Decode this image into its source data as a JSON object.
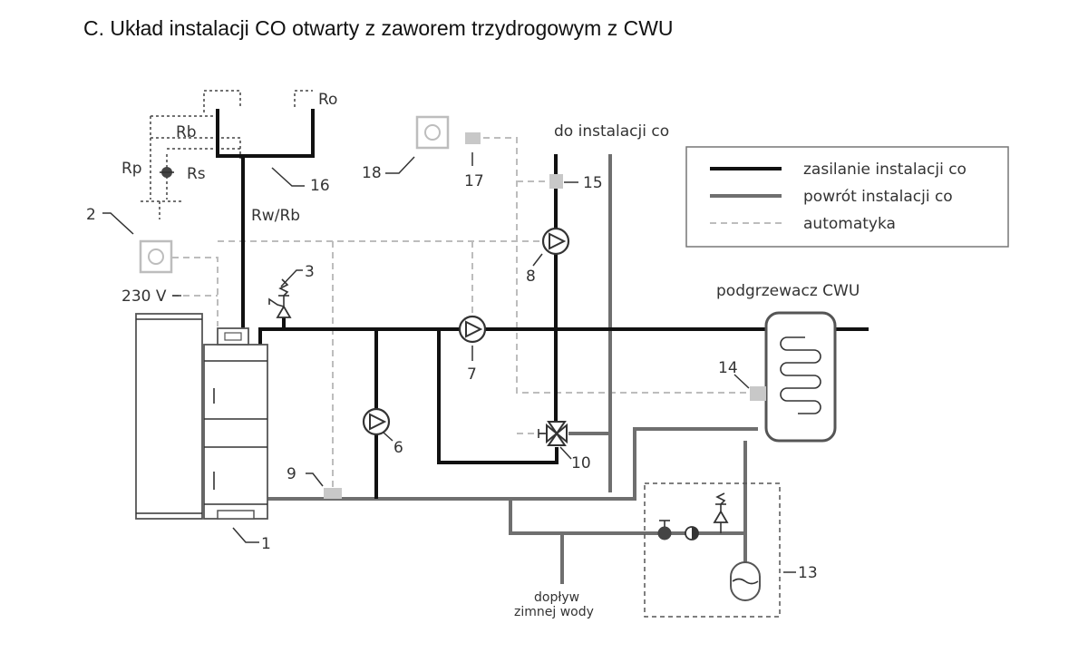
{
  "title": "C.   Układ instalacji CO otwarty z zaworem trzydrogowym z CWU",
  "legend": {
    "supply": "zasilanie instalacji co",
    "return": "powrót instalacji co",
    "automation": "automatyka"
  },
  "labels": {
    "ro": "Ro",
    "rb": "Rb",
    "rp": "Rp",
    "rs": "Rs",
    "rw_rb": "Rw/Rb",
    "n2": "2",
    "n16": "16",
    "n18": "18",
    "n17": "17",
    "do_instalacji": "do instalacji co",
    "n15": "15",
    "n3": "3",
    "v230": "230 V",
    "n8": "8",
    "podgrzewacz": "podgrzewacz CWU",
    "n7": "7",
    "n14": "14",
    "n6": "6",
    "n10": "10",
    "n9": "9",
    "n1": "1",
    "n13": "13",
    "doplyw_1": "dopływ",
    "doplyw_2": "zimnej wody"
  },
  "colors": {
    "supply": "#111111",
    "return": "#6f6f6f",
    "automation": "#bdbdbd",
    "sensor": "#c8c8c8"
  }
}
